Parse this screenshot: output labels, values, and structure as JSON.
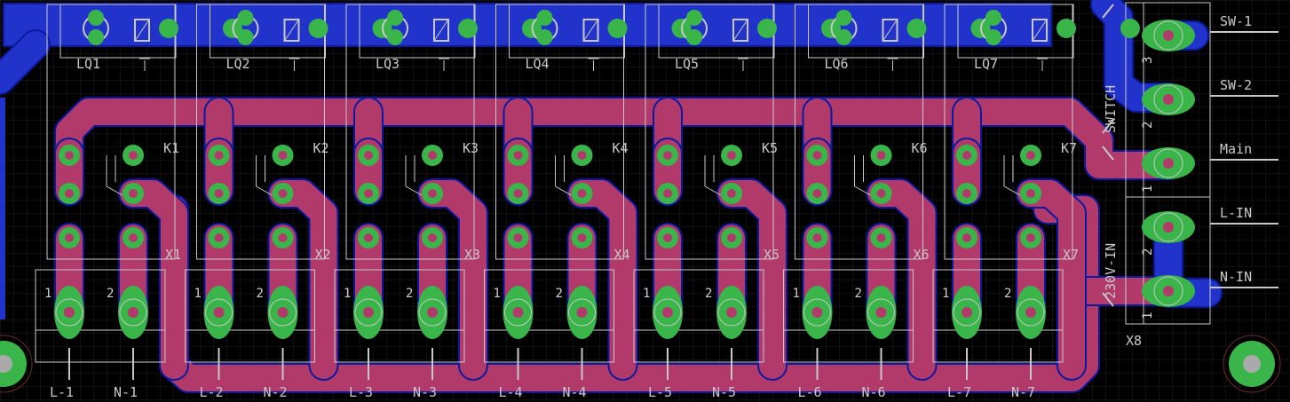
{
  "colors": {
    "background": "#000000",
    "grid": "#1f1f1f",
    "top_copper": "#b23a6a",
    "bottom_copper": "#2233cc",
    "pad": "#39b54a",
    "silkscreen": "#c8c8c8"
  },
  "channels": [
    {
      "led": "LQ1",
      "relay": "K1",
      "terminal": "X1",
      "line": "L-1",
      "neutral": "N-1"
    },
    {
      "led": "LQ2",
      "relay": "K2",
      "terminal": "X2",
      "line": "L-2",
      "neutral": "N-2"
    },
    {
      "led": "LQ3",
      "relay": "K3",
      "terminal": "X3",
      "line": "L-3",
      "neutral": "N-3"
    },
    {
      "led": "LQ4",
      "relay": "K4",
      "terminal": "X4",
      "line": "L-4",
      "neutral": "N-4"
    },
    {
      "led": "LQ5",
      "relay": "K5",
      "terminal": "X5",
      "line": "L-5",
      "neutral": "N-5"
    },
    {
      "led": "LQ6",
      "relay": "K6",
      "terminal": "X6",
      "line": "L-6",
      "neutral": "N-6"
    },
    {
      "led": "LQ7",
      "relay": "K7",
      "terminal": "X7",
      "line": "L-7",
      "neutral": "N-7"
    }
  ],
  "terminal_pin_numbers": [
    "1",
    "2"
  ],
  "connector": {
    "name": "X8",
    "group_labels": [
      "SWITCH",
      "230V-IN"
    ],
    "pin_numbers_switch": [
      "3",
      "2",
      "1"
    ],
    "pin_numbers_input": [
      "2",
      "1"
    ],
    "net_labels": [
      "SW-1",
      "SW-2",
      "Main",
      "L-IN",
      "N-IN"
    ]
  }
}
